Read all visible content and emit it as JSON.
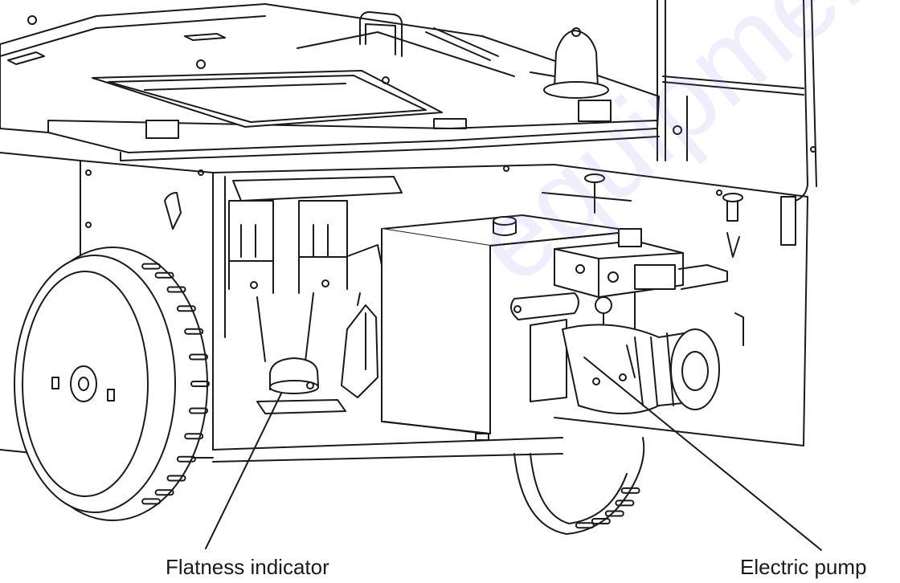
{
  "labels": {
    "flatness_indicator": "Flatness indicator",
    "electric_pump": "Electric pump"
  },
  "watermark": {
    "text": "equipment.co",
    "color": "#b8b8f0"
  },
  "colors": {
    "line": "#1a1a1a",
    "background": "#ffffff"
  }
}
